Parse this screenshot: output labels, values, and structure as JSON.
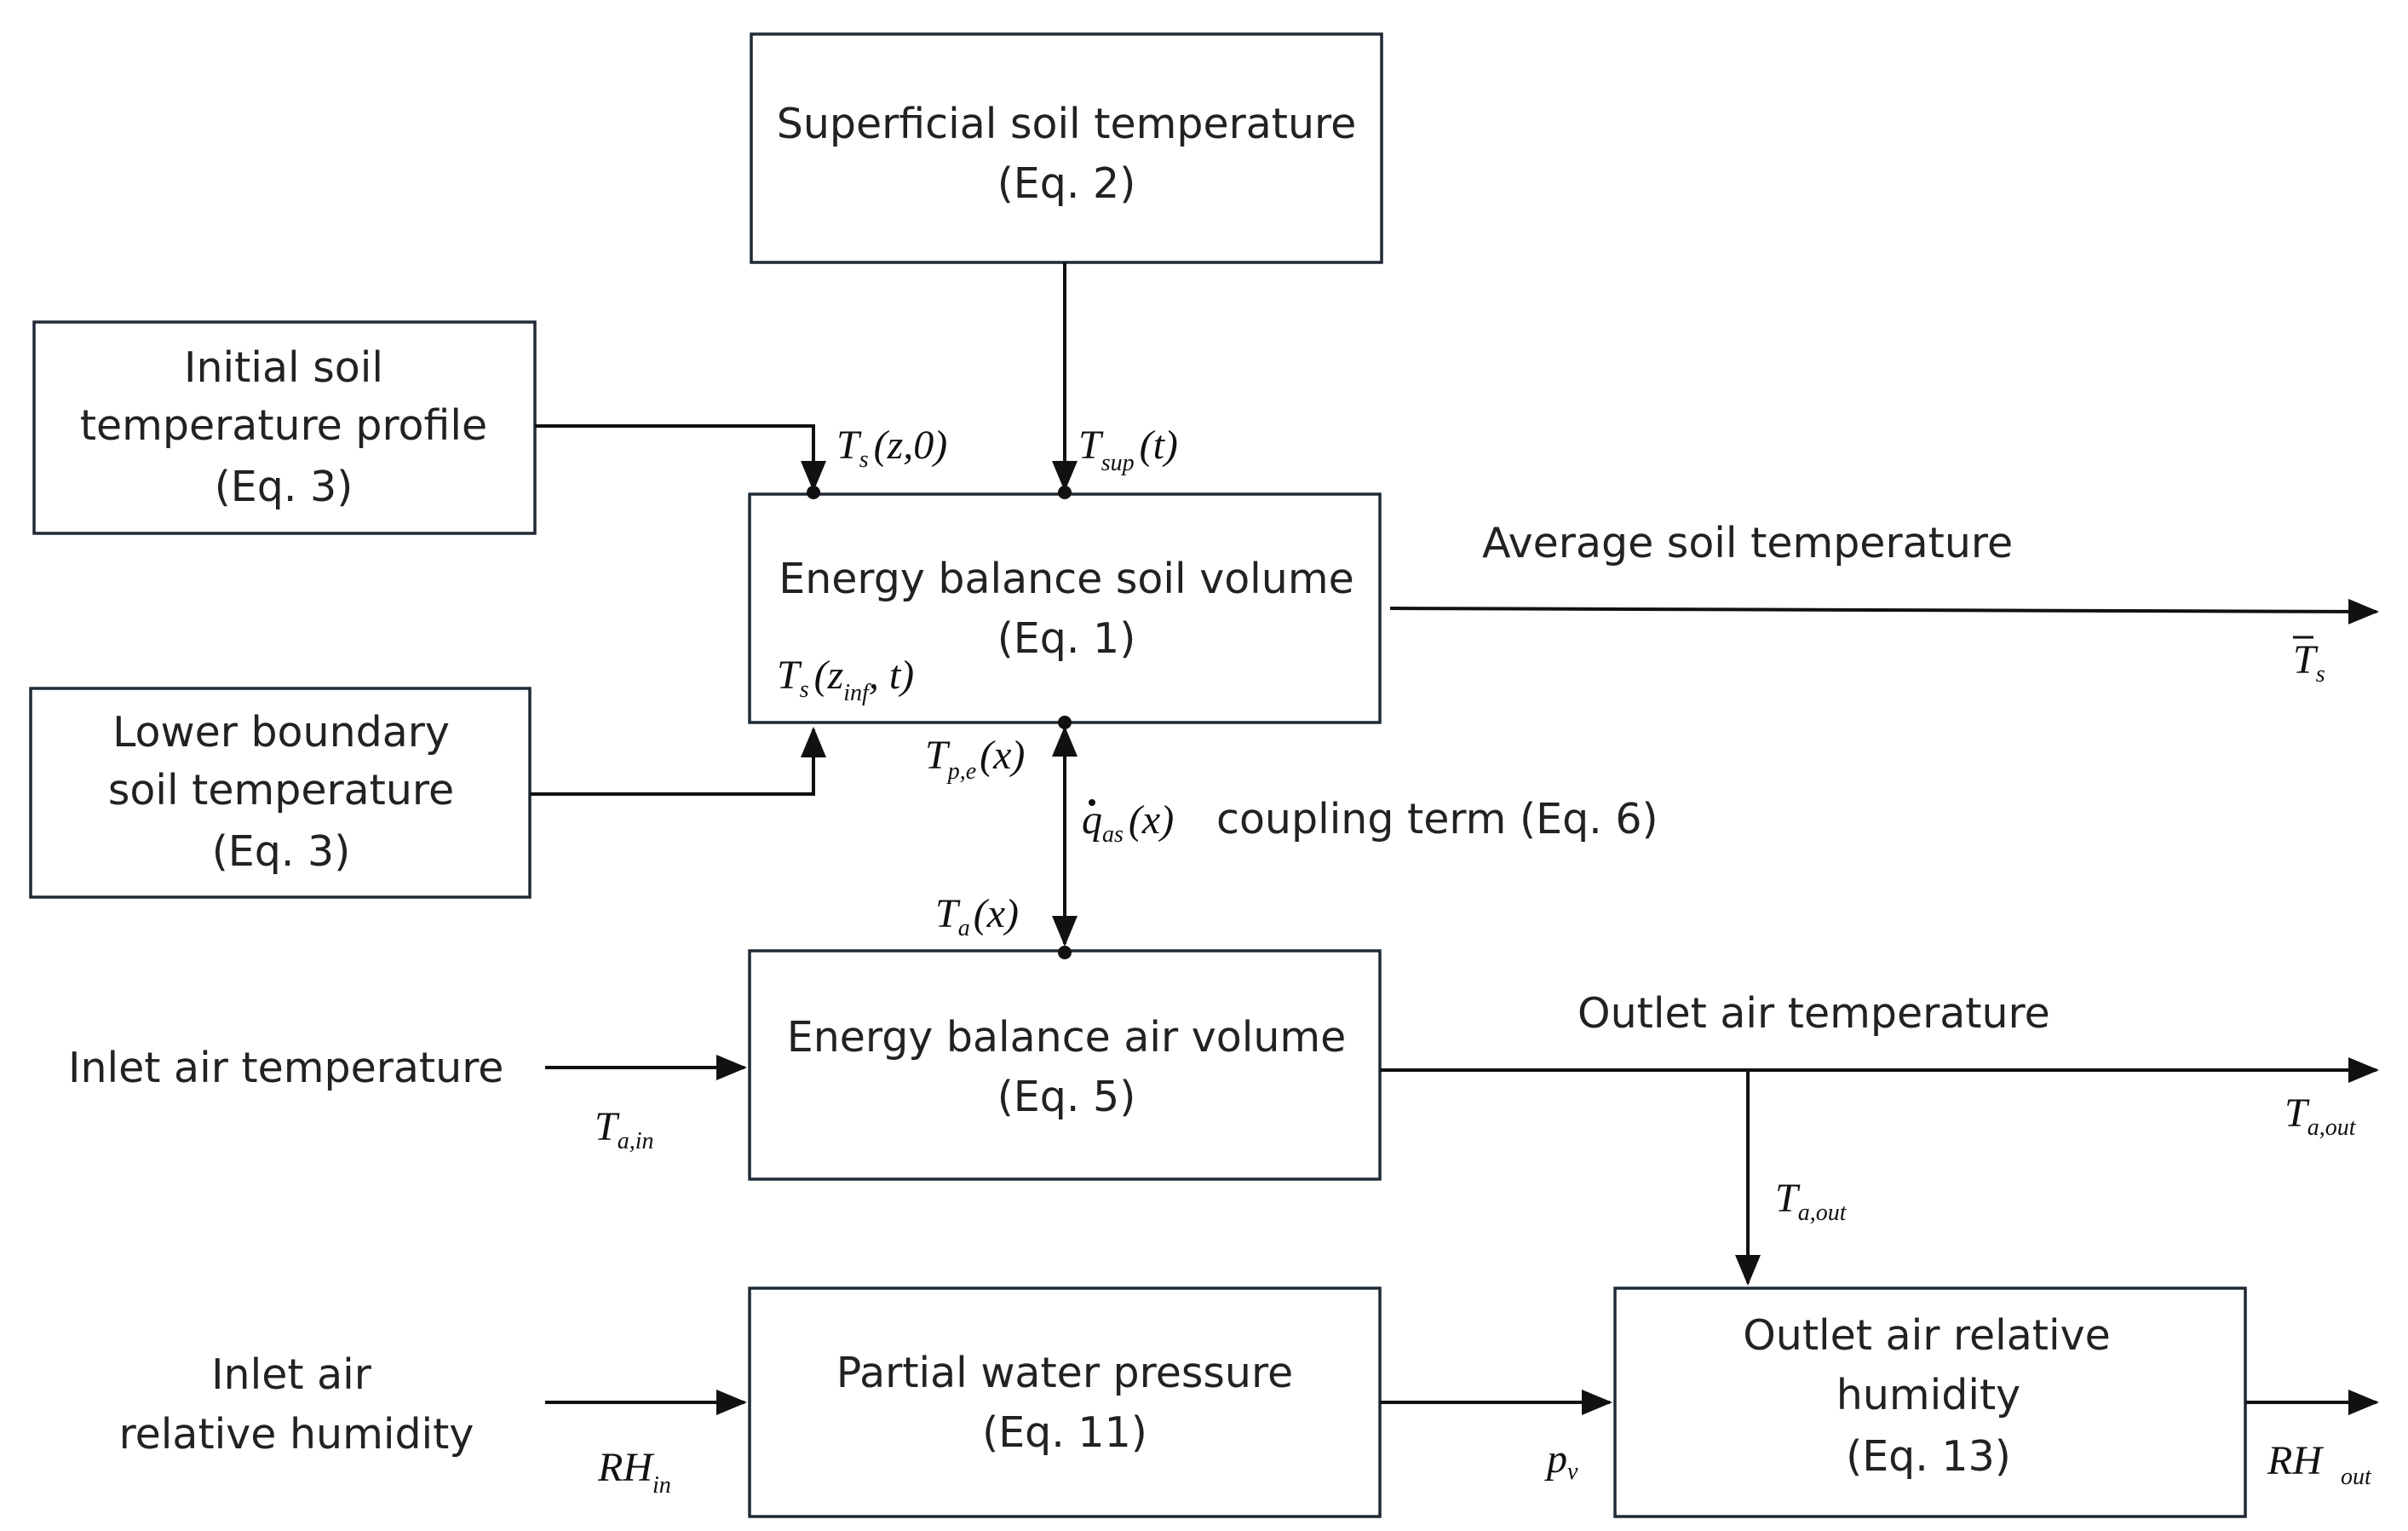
{
  "boxes": {
    "superficial": [
      "Superficial soil temperature",
      "(Eq. 2)"
    ],
    "initial": [
      "Initial soil",
      "temperature profile",
      "(Eq. 3)"
    ],
    "lower": [
      "Lower boundary",
      "soil temperature",
      "(Eq. 3)"
    ],
    "soil_balance": [
      "Energy balance soil volume",
      "(Eq. 1)"
    ],
    "air_balance": [
      "Energy balance air volume",
      "(Eq. 5)"
    ],
    "partial": [
      "Partial water pressure",
      "(Eq. 11)"
    ],
    "outlet_rh": [
      "Outlet air relative",
      "humidity",
      "(Eq. 13)"
    ]
  },
  "labels": {
    "average_soil": "Average soil temperature",
    "coupling": "coupling term (Eq. 6)",
    "inlet_air": "Inlet air temperature",
    "outlet_air": "Outlet air temperature",
    "inlet_rh": [
      "Inlet air",
      "relative humidity"
    ]
  },
  "variables": {
    "ts_z0": {
      "base": "T",
      "sub": "s",
      "rest": "(z,0)"
    },
    "tsup": {
      "base": "T",
      "sub": "sup",
      "rest": "(t)"
    },
    "ts_zinf": {
      "base": "T",
      "sub": "s",
      "rest_a": "(z",
      "sub2": "inf",
      "rest_b": ", t)"
    },
    "ts_bar": {
      "base": "T",
      "sub": "s"
    },
    "tpe": {
      "base": "T",
      "sub": "p,e",
      "rest": "(x)"
    },
    "qas": {
      "base": "q",
      "sub": "as",
      "rest": "(x)"
    },
    "ta_x": {
      "base": "T",
      "sub": "a",
      "rest": "(x)"
    },
    "ta_in": {
      "base": "T",
      "sub": "a,in"
    },
    "ta_out_right": {
      "base": "T",
      "sub": "a,out"
    },
    "ta_out_down": {
      "base": "T",
      "sub": "a,out"
    },
    "rh_in": {
      "base": "RH",
      "sub": "in"
    },
    "pv": {
      "base": "p",
      "sub": "v"
    },
    "rh_out": {
      "base": "RH",
      "sub": "out"
    }
  }
}
